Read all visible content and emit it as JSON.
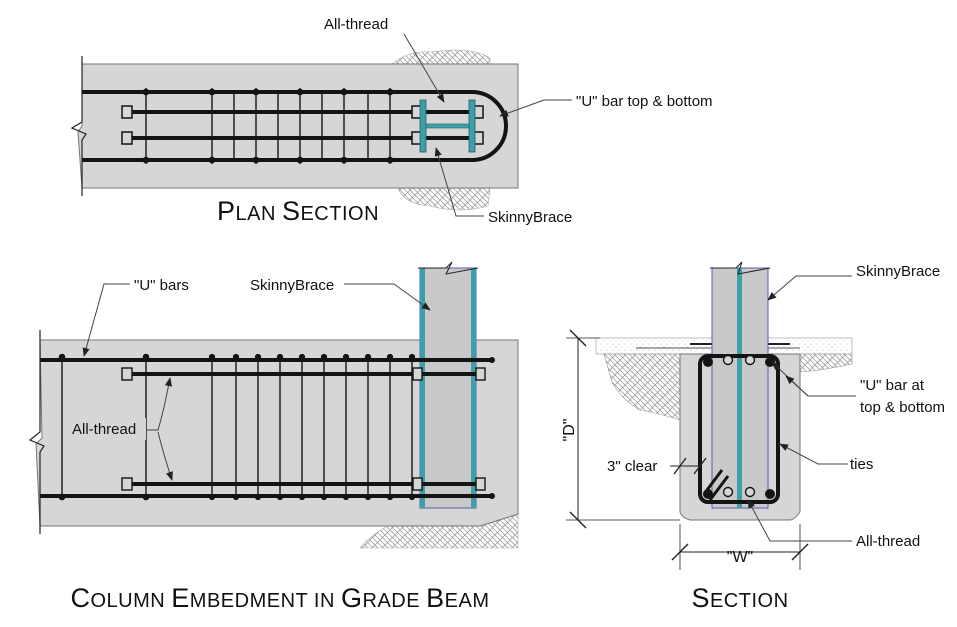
{
  "colors": {
    "concrete": "#d6d6d6",
    "steel_face": "#c9c9c9",
    "steel_edge": "#3f9fa8",
    "rebar": "#141414",
    "leader": "#444444",
    "soil_hatch": "#9a9a9a",
    "column_outline": "#5a5ab4"
  },
  "plan_section": {
    "title_words": [
      {
        "cap": "P",
        "rest": "LAN"
      },
      {
        "cap": "S",
        "rest": "ECTION"
      }
    ],
    "label_all_thread": "All-thread",
    "label_u_bar": "\"U\" bar top & bottom",
    "label_skinnybrace": "SkinnyBrace"
  },
  "elevation": {
    "title_words": [
      {
        "cap": "C",
        "rest": "OLUMN"
      },
      {
        "cap": "E",
        "rest": "MBEDMENT IN"
      },
      {
        "cap": "G",
        "rest": "RADE"
      },
      {
        "cap": "B",
        "rest": "EAM"
      }
    ],
    "label_u_bars": "\"U\" bars",
    "label_skinnybrace": "SkinnyBrace",
    "label_all_thread": "All-thread"
  },
  "section": {
    "title_words": [
      {
        "cap": "S",
        "rest": "ECTION"
      }
    ],
    "label_skinnybrace": "SkinnyBrace",
    "label_u_bar_line1": "\"U\" bar at",
    "label_u_bar_line2": "top & bottom",
    "label_ties": "ties",
    "label_all_thread": "All-thread",
    "label_clear": "3\" clear",
    "dim_depth": "\"D\"",
    "dim_width": "\"W\""
  }
}
